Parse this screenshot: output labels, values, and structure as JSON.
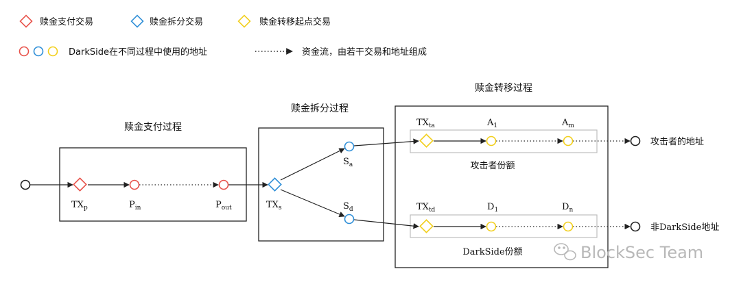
{
  "legend": {
    "payment_tx": "赎金支付交易",
    "split_tx": "赎金拆分交易",
    "transfer_start_tx": "赎金转移起点交易",
    "addresses": "DarkSide在不同过程中使用的地址",
    "flow": "资金流，由若干交易和地址组成"
  },
  "boxes": {
    "payment_title": "赎金支付过程",
    "split_title": "赎金拆分过程",
    "transfer_title": "赎金转移过程"
  },
  "nodes": {
    "txp_base": "TX",
    "txp_sub": "p",
    "pin_base": "P",
    "pin_sub": "in",
    "pout_base": "P",
    "pout_sub": "out",
    "txs_base": "TX",
    "txs_sub": "s",
    "sa_base": "S",
    "sa_sub": "a",
    "sd_base": "S",
    "sd_sub": "d",
    "txta_base": "TX",
    "txta_sub": "ta",
    "a1_base": "A",
    "a1_sub": "1",
    "am_base": "A",
    "am_sub": "m",
    "txtd_base": "TX",
    "txtd_sub": "td",
    "d1_base": "D",
    "d1_sub": "1",
    "dn_base": "D",
    "dn_sub": "n"
  },
  "labels": {
    "attacker_share": "攻击者份额",
    "darkside_share": "DarkSide份额",
    "attacker_address": "攻击者的地址",
    "non_darkside_address": "非DarkSide地址"
  },
  "watermark": "BlockSec Team",
  "colors": {
    "payment": "#e8524a",
    "split": "#2f8fd8",
    "transfer": "#f2cf1c",
    "line": "#222222",
    "group_border": "#bdbdbd"
  }
}
